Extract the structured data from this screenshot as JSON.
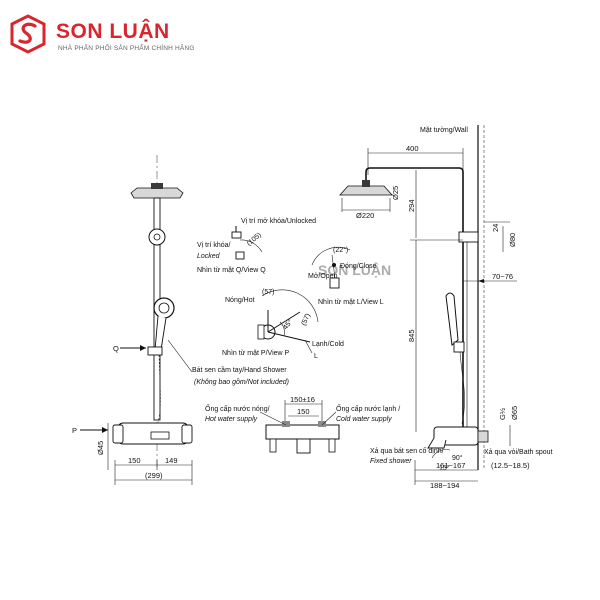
{
  "brand": {
    "name": "SON LUẬN",
    "tagline": "NHÀ PHÂN PHỐI SẢN PHẨM CHÍNH HÃNG",
    "logo_color": "#d9262e"
  },
  "left_view": {
    "marker_q": "Q",
    "marker_p": "P",
    "dim_45": "Ø45",
    "dim_150": "150",
    "dim_149": "149",
    "dim_total": "(299)",
    "hand_shower_label": "Bát sen cầm tay/Hand Shower",
    "hand_shower_note": "(Không bao gồm/Not included)"
  },
  "detail_q": {
    "unlocked": "Vị trí mở khóa/Unlocked",
    "locked_1": "Vị trí khóa/",
    "locked_2": "Locked",
    "angle_105": "(105)",
    "view_q": "Nhìn từ mặt Q/View Q"
  },
  "detail_l": {
    "angle_22": "(22°)",
    "on_close": "Đóng/Close",
    "on_open": "Mở/Open",
    "view_l": "Nhìn từ mặt L/View L"
  },
  "detail_p": {
    "hot": "Nóng/Hot",
    "angle_57a": "(57)",
    "angle_45": "45°",
    "angle_57b": "(57)",
    "cold": "Lạnh/Cold",
    "view_p": "Nhìn từ mặt P/View P",
    "marker_l": "L"
  },
  "bottom_view": {
    "dim_150_16": "150±16",
    "dim_150": "150",
    "hot_supply_1": "Ống cấp nước nóng/",
    "hot_supply_2": "Hot water supply",
    "cold_supply_1": "Ống cấp nước lạnh /",
    "cold_supply_2": "Cold water supply"
  },
  "right_view": {
    "wall": "Mặt tường/Wall",
    "dim_400": "400",
    "dim_25": "Ø25",
    "dim_220": "Ø220",
    "dim_294": "294",
    "dim_24": "24",
    "dim_80": "Ø80",
    "dim_70_76": "70~76",
    "dim_845": "845",
    "dim_g12": "G½",
    "dim_65": "Ø65",
    "fixed_shower_1": "Xả qua bát sen cố định/",
    "fixed_shower_2": "Fixed shower",
    "angle_90": "90°",
    "angle_15": "15°",
    "bath_spout": "Xả qua vòi/Bath spout",
    "dim_161_167": "161~167",
    "dim_12_5": "(12.5~18.5)",
    "dim_188_194": "188~194"
  }
}
